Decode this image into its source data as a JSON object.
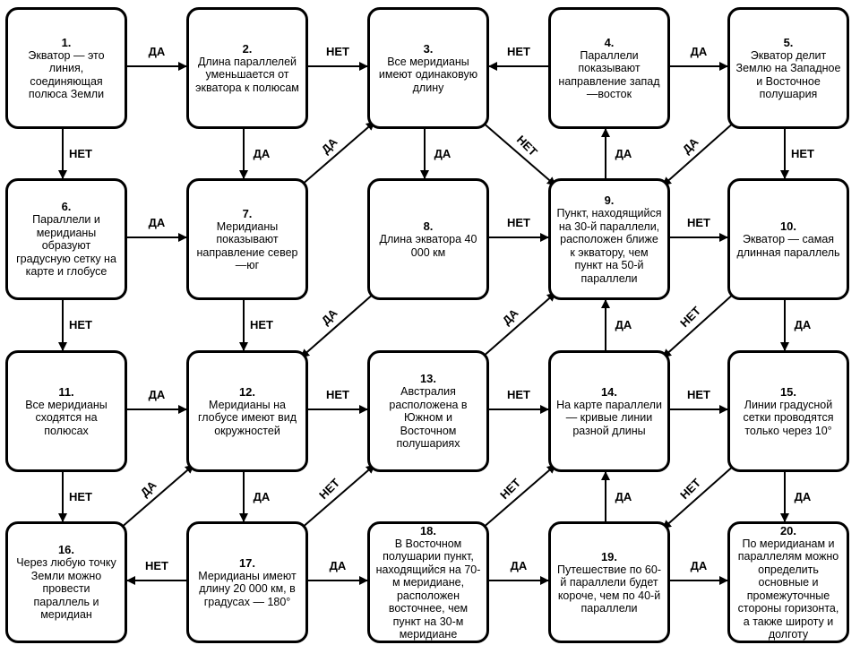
{
  "boxes": [
    {
      "num": "1.",
      "text": "Экватор — это линия, соединяющая полюса Земли"
    },
    {
      "num": "2.",
      "text": "Длина параллелей уменьшается от экватора к полюсам"
    },
    {
      "num": "3.",
      "text": "Все меридианы имеют одинаковую длину"
    },
    {
      "num": "4.",
      "text": "Параллели показывают направление запад—восток"
    },
    {
      "num": "5.",
      "text": "Экватор делит Землю на Западное и Восточное полушария"
    },
    {
      "num": "6.",
      "text": "Параллели и меридианы образуют градусную сетку на карте и глобусе"
    },
    {
      "num": "7.",
      "text": "Меридианы показывают направление север—юг"
    },
    {
      "num": "8.",
      "text": "Длина экватора 40 000 км"
    },
    {
      "num": "9.",
      "text": "Пункт, находящийся на 30-й параллели, расположен ближе к экватору, чем пункт на 50-й параллели"
    },
    {
      "num": "10.",
      "text": "Экватор — самая длинная параллель"
    },
    {
      "num": "11.",
      "text": "Все меридианы сходятся на полюсах"
    },
    {
      "num": "12.",
      "text": "Меридианы на глобусе имеют вид окружностей"
    },
    {
      "num": "13.",
      "text": "Австралия расположена в Южном и Восточном полушариях"
    },
    {
      "num": "14.",
      "text": "На карте параллели — кривые линии разной длины"
    },
    {
      "num": "15.",
      "text": "Линии градусной сетки проводятся только через 10°"
    },
    {
      "num": "16.",
      "text": "Через любую точку Земли можно провести параллель и меридиан"
    },
    {
      "num": "17.",
      "text": "Меридианы имеют длину 20 000 км, в градусах — 180°"
    },
    {
      "num": "18.",
      "text": "В Восточном полушарии пункт, находящийся на 70-м меридиане, расположен восточнее, чем пункт на 30-м меридиане"
    },
    {
      "num": "19.",
      "text": "Путешествие по 60-й параллели будет короче, чем по 40-й параллели"
    },
    {
      "num": "20.",
      "text": "По меридианам и параллелям можно определить основные и промежуточные стороны горизонта, а также широту и долготу"
    }
  ],
  "labels": {
    "yes": "ДА",
    "no": "НЕТ"
  },
  "arrows": [
    {
      "from": 1,
      "to": 2,
      "label": "yes"
    },
    {
      "from": 2,
      "to": 3,
      "label": "no"
    },
    {
      "from": 4,
      "to": 3,
      "label": "no"
    },
    {
      "from": 4,
      "to": 5,
      "label": "yes"
    },
    {
      "from": 1,
      "to": 6,
      "label": "no"
    },
    {
      "from": 2,
      "to": 7,
      "label": "yes"
    },
    {
      "from": 3,
      "to": 8,
      "label": "yes"
    },
    {
      "from": 9,
      "to": 4,
      "label": "yes"
    },
    {
      "from": 5,
      "to": 10,
      "label": "no"
    },
    {
      "from": 7,
      "to": 3,
      "label": "yes"
    },
    {
      "from": 3,
      "to": 9,
      "label": "no"
    },
    {
      "from": 5,
      "to": 9,
      "label": "yes"
    },
    {
      "from": 6,
      "to": 7,
      "label": "yes"
    },
    {
      "from": 8,
      "to": 9,
      "label": "no"
    },
    {
      "from": 9,
      "to": 10,
      "label": "no"
    },
    {
      "from": 6,
      "to": 11,
      "label": "no"
    },
    {
      "from": 7,
      "to": 12,
      "label": "no"
    },
    {
      "from": 8,
      "to": 12,
      "label": "yes"
    },
    {
      "from": 13,
      "to": 9,
      "label": "yes"
    },
    {
      "from": 14,
      "to": 9,
      "label": "yes"
    },
    {
      "from": 10,
      "to": 14,
      "label": "no"
    },
    {
      "from": 10,
      "to": 15,
      "label": "yes"
    },
    {
      "from": 11,
      "to": 12,
      "label": "yes"
    },
    {
      "from": 12,
      "to": 13,
      "label": "no"
    },
    {
      "from": 13,
      "to": 14,
      "label": "no"
    },
    {
      "from": 14,
      "to": 15,
      "label": "no"
    },
    {
      "from": 11,
      "to": 16,
      "label": "no"
    },
    {
      "from": 12,
      "to": 17,
      "label": "yes"
    },
    {
      "from": 16,
      "to": 12,
      "label": "yes"
    },
    {
      "from": 17,
      "to": 13,
      "label": "no"
    },
    {
      "from": 18,
      "to": 14,
      "label": "no"
    },
    {
      "from": 19,
      "to": 14,
      "label": "yes"
    },
    {
      "from": 15,
      "to": 19,
      "label": "no"
    },
    {
      "from": 15,
      "to": 20,
      "label": "yes"
    },
    {
      "from": 17,
      "to": 16,
      "label": "no"
    },
    {
      "from": 17,
      "to": 18,
      "label": "yes"
    },
    {
      "from": 18,
      "to": 19,
      "label": "yes"
    },
    {
      "from": 19,
      "to": 20,
      "label": "yes"
    }
  ]
}
